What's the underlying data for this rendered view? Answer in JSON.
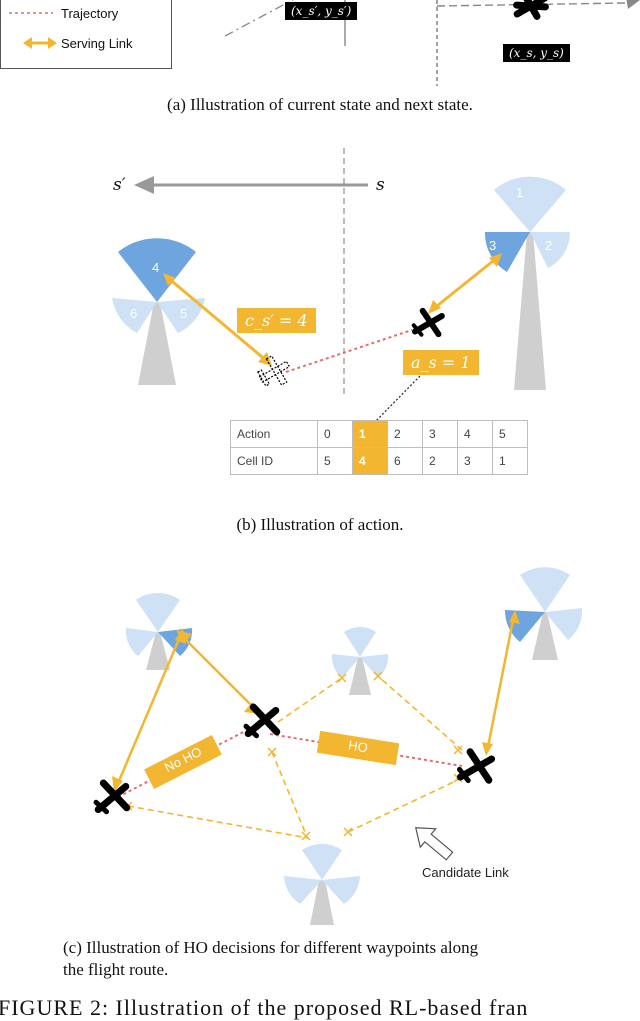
{
  "panel_a": {
    "legend": {
      "trajectory_label": "Trajectory",
      "serving_link_label": "Serving Link"
    },
    "labels": {
      "next_state_pos": "(x_s′, y_s′)",
      "current_state_pos": "(x_s, y_s)"
    },
    "caption": "(a) Illustration of current state and next state."
  },
  "panel_b": {
    "axis": {
      "next_state": "s′",
      "current_state": "s"
    },
    "cells_right": [
      "1",
      "2",
      "3"
    ],
    "cells_left": [
      "4",
      "5",
      "6"
    ],
    "next_cell_label": "c_s′ = 4",
    "action_label": "a_s = 1",
    "table": {
      "row_headers": [
        "Action",
        "Cell ID"
      ],
      "actions": [
        "0",
        "1",
        "2",
        "3",
        "4",
        "5"
      ],
      "cell_ids": [
        "5",
        "4",
        "6",
        "2",
        "3",
        "1"
      ],
      "selected_index": 1
    },
    "caption": "(b) Illustration of action."
  },
  "panel_c": {
    "no_ho_label": "No HO",
    "ho_label": "HO",
    "candidate_link_label": "Candidate Link",
    "caption_line1": "(c) Illustration of HO decisions for different waypoints along",
    "caption_line2": "the flight route."
  },
  "figure_caption": "FIGURE 2: Illustration of the proposed RL-based fran",
  "colors": {
    "gold": "#f3b630",
    "trajectory_red": "#e46e6e",
    "sector_dark": "#6ea5de",
    "sector_mid": "#a9c9ec",
    "sector_light": "#cfe1f4",
    "tower": "#cfcfcf"
  }
}
